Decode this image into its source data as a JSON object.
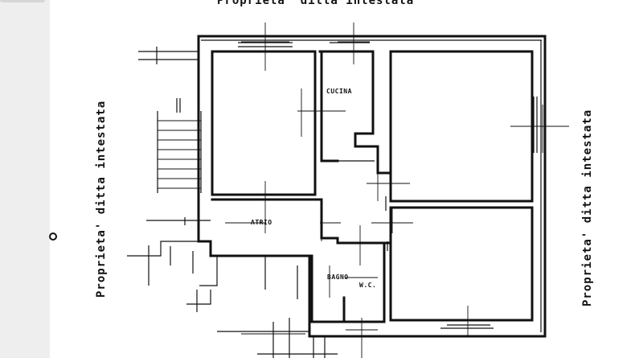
{
  "labels": {
    "top": "Proprieta' ditta intestata",
    "left": "Proprieta' ditta intestata",
    "right": "Proprieta' ditta intestata"
  },
  "rooms": {
    "cucina": "CUCINA",
    "atrio": "ATRIO",
    "bagno": "BAGNO",
    "wc": "W.C."
  },
  "colors": {
    "ink": "#111111",
    "paper": "#ffffff",
    "gutter": "#eeeeee"
  }
}
